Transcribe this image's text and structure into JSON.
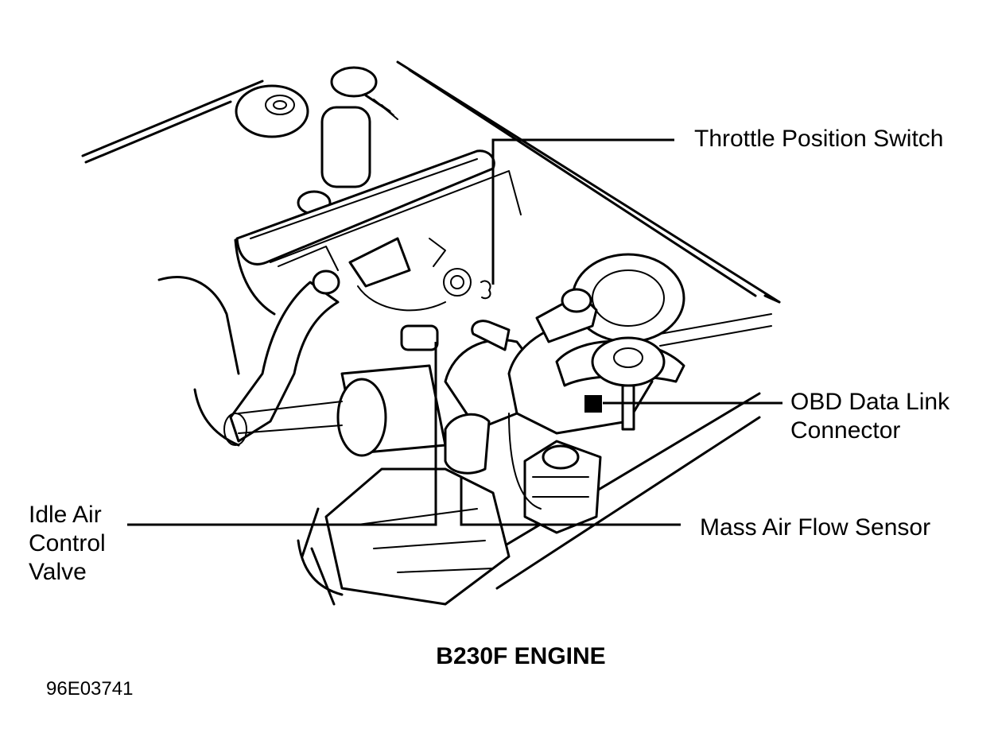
{
  "labels": {
    "throttle_position_switch": "Throttle Position Switch",
    "obd_data_link_connector": [
      "OBD Data Link",
      "Connector"
    ],
    "idle_air_control_valve": [
      "Idle Air",
      "Control",
      "Valve"
    ],
    "mass_air_flow_sensor": "Mass Air Flow Sensor"
  },
  "caption": "B230F ENGINE",
  "figure_id": "96E03741"
}
